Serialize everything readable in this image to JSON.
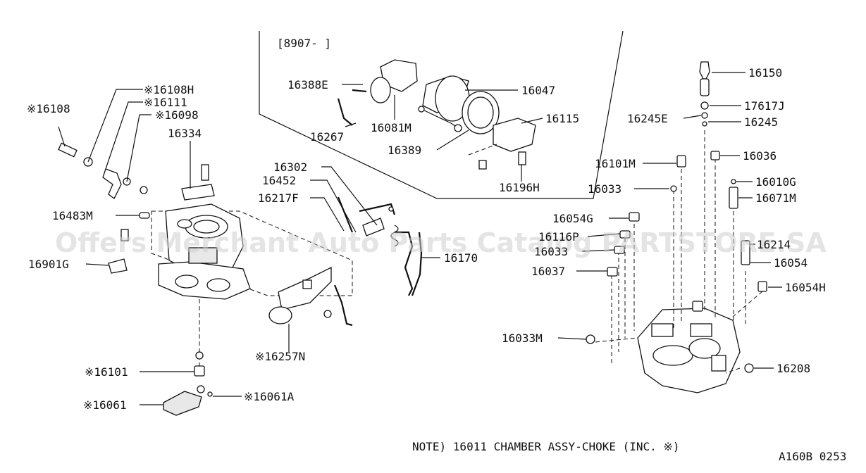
{
  "bracket": "[8907-   ]",
  "labels": {
    "p16108H": "※16108H",
    "p16111": "※16111",
    "p16098": "※16098",
    "p16108": "※16108",
    "p16334": "16334",
    "p16483M": "16483M",
    "p16901G": "16901G",
    "p16101": "※16101",
    "p16061": "※16061",
    "p16061A": "※16061A",
    "p16257N": "※16257N",
    "p16302": "16302",
    "p16452": "16452",
    "p16217F": "16217F",
    "p16170": "16170",
    "p16388E": "16388E",
    "p16267": "16267",
    "p16081M": "16081M",
    "p16047": "16047",
    "p16115": "16115",
    "p16389": "16389",
    "p16196H": "16196H",
    "p16150": "16150",
    "p17617J": "17617J",
    "p16245E": "16245E",
    "p16245": "16245",
    "p16036": "16036",
    "p16101M": "16101M",
    "p16010G": "16010G",
    "p16033a": "16033",
    "p16071M": "16071M",
    "p16054G": "16054G",
    "p16116P": "16116P",
    "p16033b": "16033",
    "p16214": "16214",
    "p16054": "16054",
    "p16037": "16037",
    "p16054H": "16054H",
    "p16033M": "16033M",
    "p16208": "16208"
  },
  "note": "NOTE) 16011 CHAMBER ASSY-CHOKE (INC. ※)",
  "code": "A160B 0253",
  "watermark": "Offers Merchant Auto Parts Catalog PARTSTORE.SA"
}
